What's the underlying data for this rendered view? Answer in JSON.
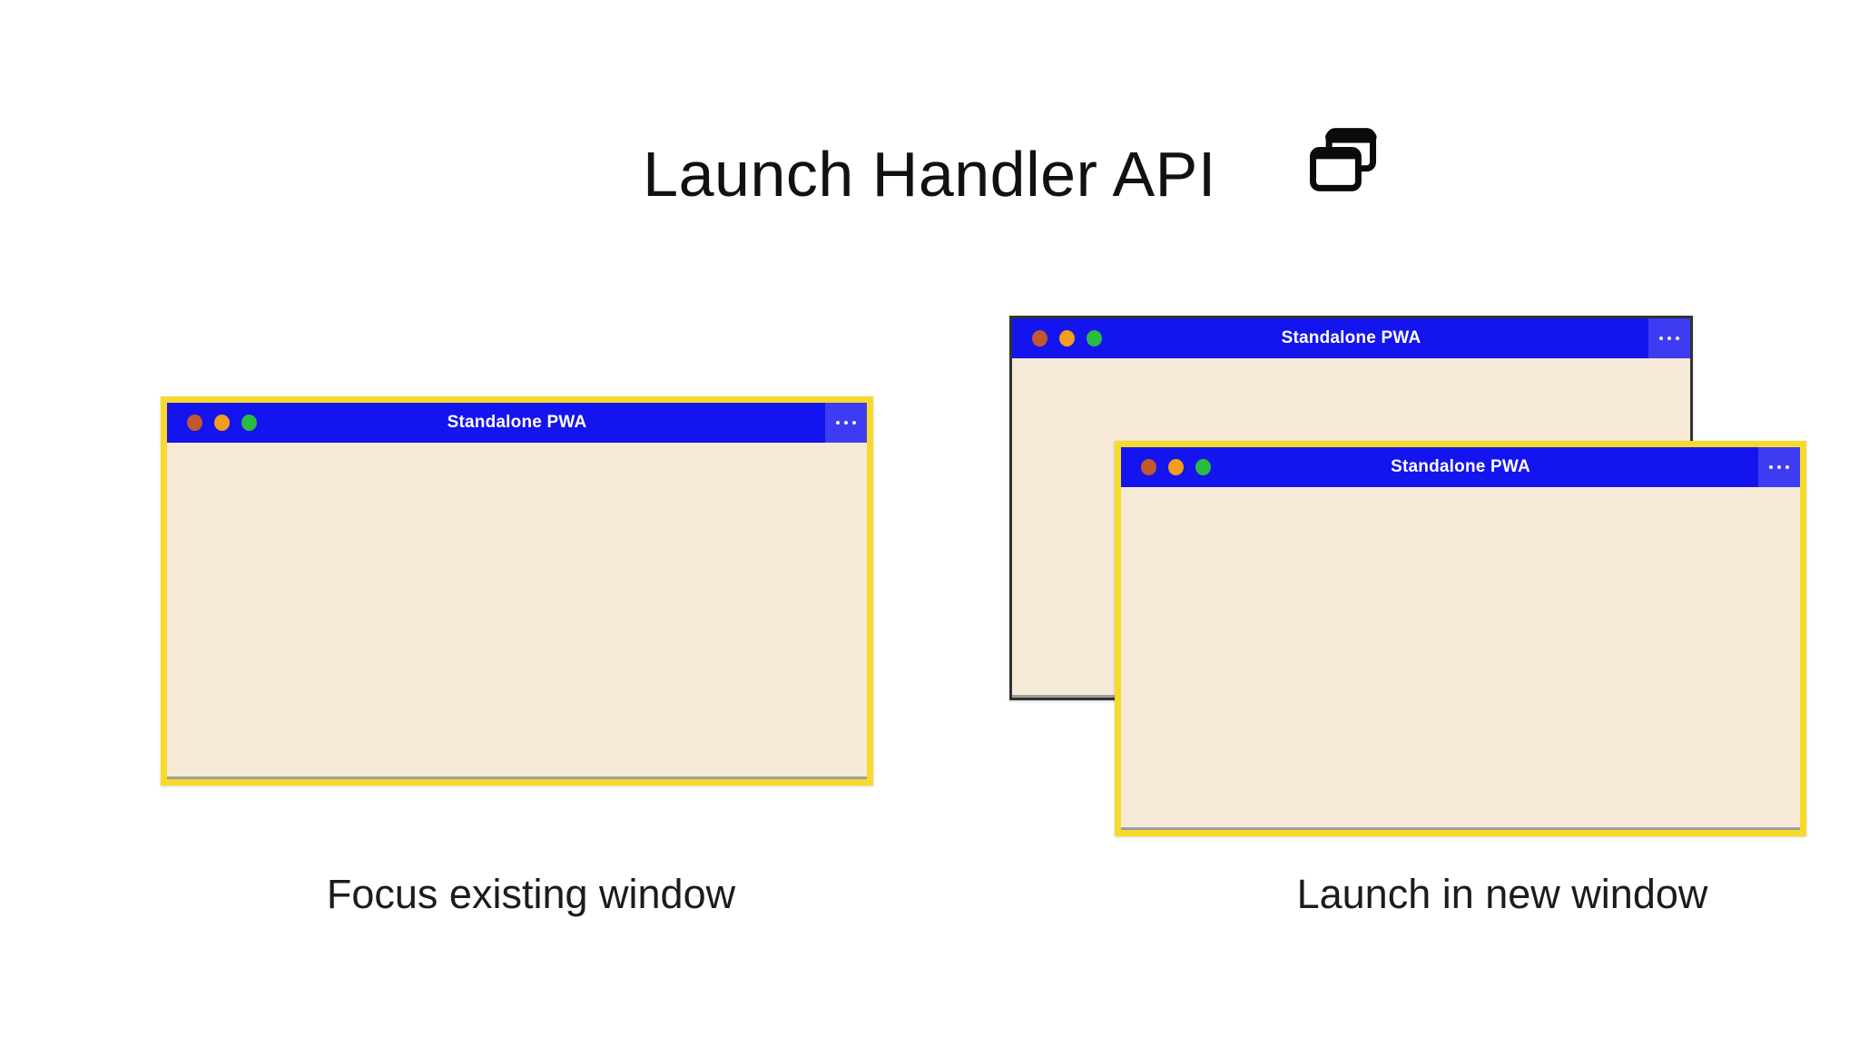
{
  "header": {
    "title": "Launch Handler API",
    "icon": "cascade-windows-icon"
  },
  "scenarios": [
    {
      "id": "focus-existing",
      "caption": "Focus existing window",
      "windows": [
        {
          "title": "Standalone PWA",
          "frame": "yellow-highlight",
          "controls": [
            "close-dot",
            "minimize-dot",
            "maximize-dot"
          ],
          "menu": "ellipsis-icon"
        }
      ]
    },
    {
      "id": "launch-new",
      "caption": "Launch in new window",
      "windows": [
        {
          "title": "Standalone PWA",
          "frame": "dark",
          "controls": [
            "close-dot",
            "minimize-dot",
            "maximize-dot"
          ],
          "menu": "ellipsis-icon"
        },
        {
          "title": "Standalone PWA",
          "frame": "yellow-highlight",
          "controls": [
            "close-dot",
            "minimize-dot",
            "maximize-dot"
          ],
          "menu": "ellipsis-icon"
        }
      ]
    }
  ],
  "colors": {
    "page-background": "#ffffff",
    "titlebar-blue": "#1414ee",
    "titlebar-button-blue": "#3d3cf2",
    "highlight-yellow": "#f7da2b",
    "window-body-cream": "#f6e9d7",
    "dot-red": "#c05a2e",
    "dot-orange": "#f49c1b",
    "dot-green": "#2abb41",
    "frame-dark": "#333333",
    "label-text": "#1c1c1c"
  }
}
